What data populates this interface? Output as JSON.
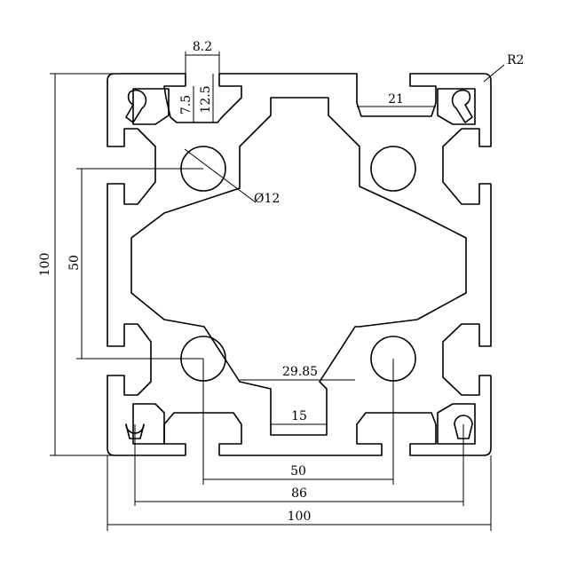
{
  "title": "",
  "labels": {
    "width_top": "8.2",
    "slot_depth_outer": "7.5",
    "slot_depth_inner": "12.5",
    "corner_radius": "R2",
    "slot_width": "21",
    "hole_diameter": "Ø12",
    "height_overall": "100",
    "hole_spacing_vertical": "50",
    "center_width": "29.85",
    "center_bottom": "15",
    "hole_spacing_horizontal": "50",
    "corner_hole_spacing": "86",
    "width_overall": "100"
  }
}
